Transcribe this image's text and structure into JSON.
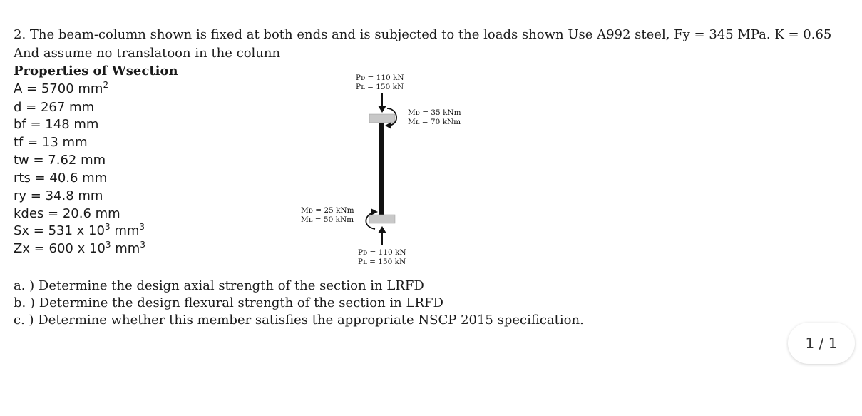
{
  "problem": {
    "line1": "2. The beam-column shown is fixed at both ends and is subjected to the loads shown Use A992 steel, Fy = 345 MPa. K = 0.65",
    "line2": "And assume no translatoon in the colunn"
  },
  "properties": {
    "title": "Properties of Wsection",
    "items": [
      {
        "label": "A = 5700 mm",
        "sup": "2",
        "tail": ""
      },
      {
        "label": "d = 267 mm",
        "sup": "",
        "tail": ""
      },
      {
        "label": "bf = 148 mm",
        "sup": "",
        "tail": ""
      },
      {
        "label": "tf = 13 mm",
        "sup": "",
        "tail": ""
      },
      {
        "label": "tw = 7.62 mm",
        "sup": "",
        "tail": ""
      },
      {
        "label": "rts =  40.6 mm",
        "sup": "",
        "tail": ""
      },
      {
        "label": "ry = 34.8 mm",
        "sup": "",
        "tail": ""
      },
      {
        "label": "kdes  =  20.6 mm",
        "sup": "",
        "tail": ""
      },
      {
        "label": "Sx = 531 x 10",
        "sup": "3",
        "tail": " mm",
        "sup2": "3"
      },
      {
        "label": "Zx = 600 x 10",
        "sup": "3",
        "tail": " mm",
        "sup2": "3"
      }
    ]
  },
  "diagram": {
    "top_pd": "Pᴅ = 110 kN",
    "top_pl": "Pʟ = 150 kN",
    "top_md": "Mᴅ = 35 kNm",
    "top_ml": "Mʟ = 70 kNm",
    "bot_md": "Mᴅ = 25 kNm",
    "bot_ml": "Mʟ = 50 kNm",
    "bot_pd": "Pᴅ = 110 kN",
    "bot_pl": "Pʟ = 150 kN"
  },
  "questions": {
    "a": "a. ) Determine the design axial strength of the section in LRFD",
    "b": "b. ) Determine the design flexural strength of the section in LRFD",
    "c": "c. ) Determine whether this member satisfies the appropriate NSCP 2015 specification."
  },
  "page_indicator": "1 / 1"
}
